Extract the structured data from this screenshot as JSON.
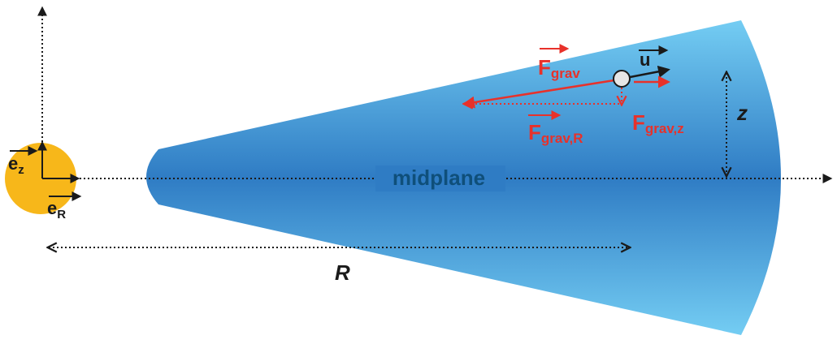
{
  "diagram": {
    "midplane_label": "midplane",
    "radius_label": "R",
    "height_label": "z",
    "star": {
      "basis_z_main": "e",
      "basis_z_sub": "z",
      "basis_r_main": "e",
      "basis_r_sub": "R"
    },
    "forces": {
      "grav_main": "F",
      "grav_sub": "grav",
      "grav_z_main": "F",
      "grav_z_sub": "grav,z",
      "grav_r_main": "F",
      "grav_r_sub": "grav,R",
      "velocity": "u"
    }
  },
  "colors": {
    "disk_core": "#2f7cc4",
    "disk_edge": "#6cc6ef",
    "star": "#f7b71a",
    "force_arrow": "#e8312a",
    "axis": "#1a1a1a",
    "midplane_text": "#0f4f7a"
  }
}
